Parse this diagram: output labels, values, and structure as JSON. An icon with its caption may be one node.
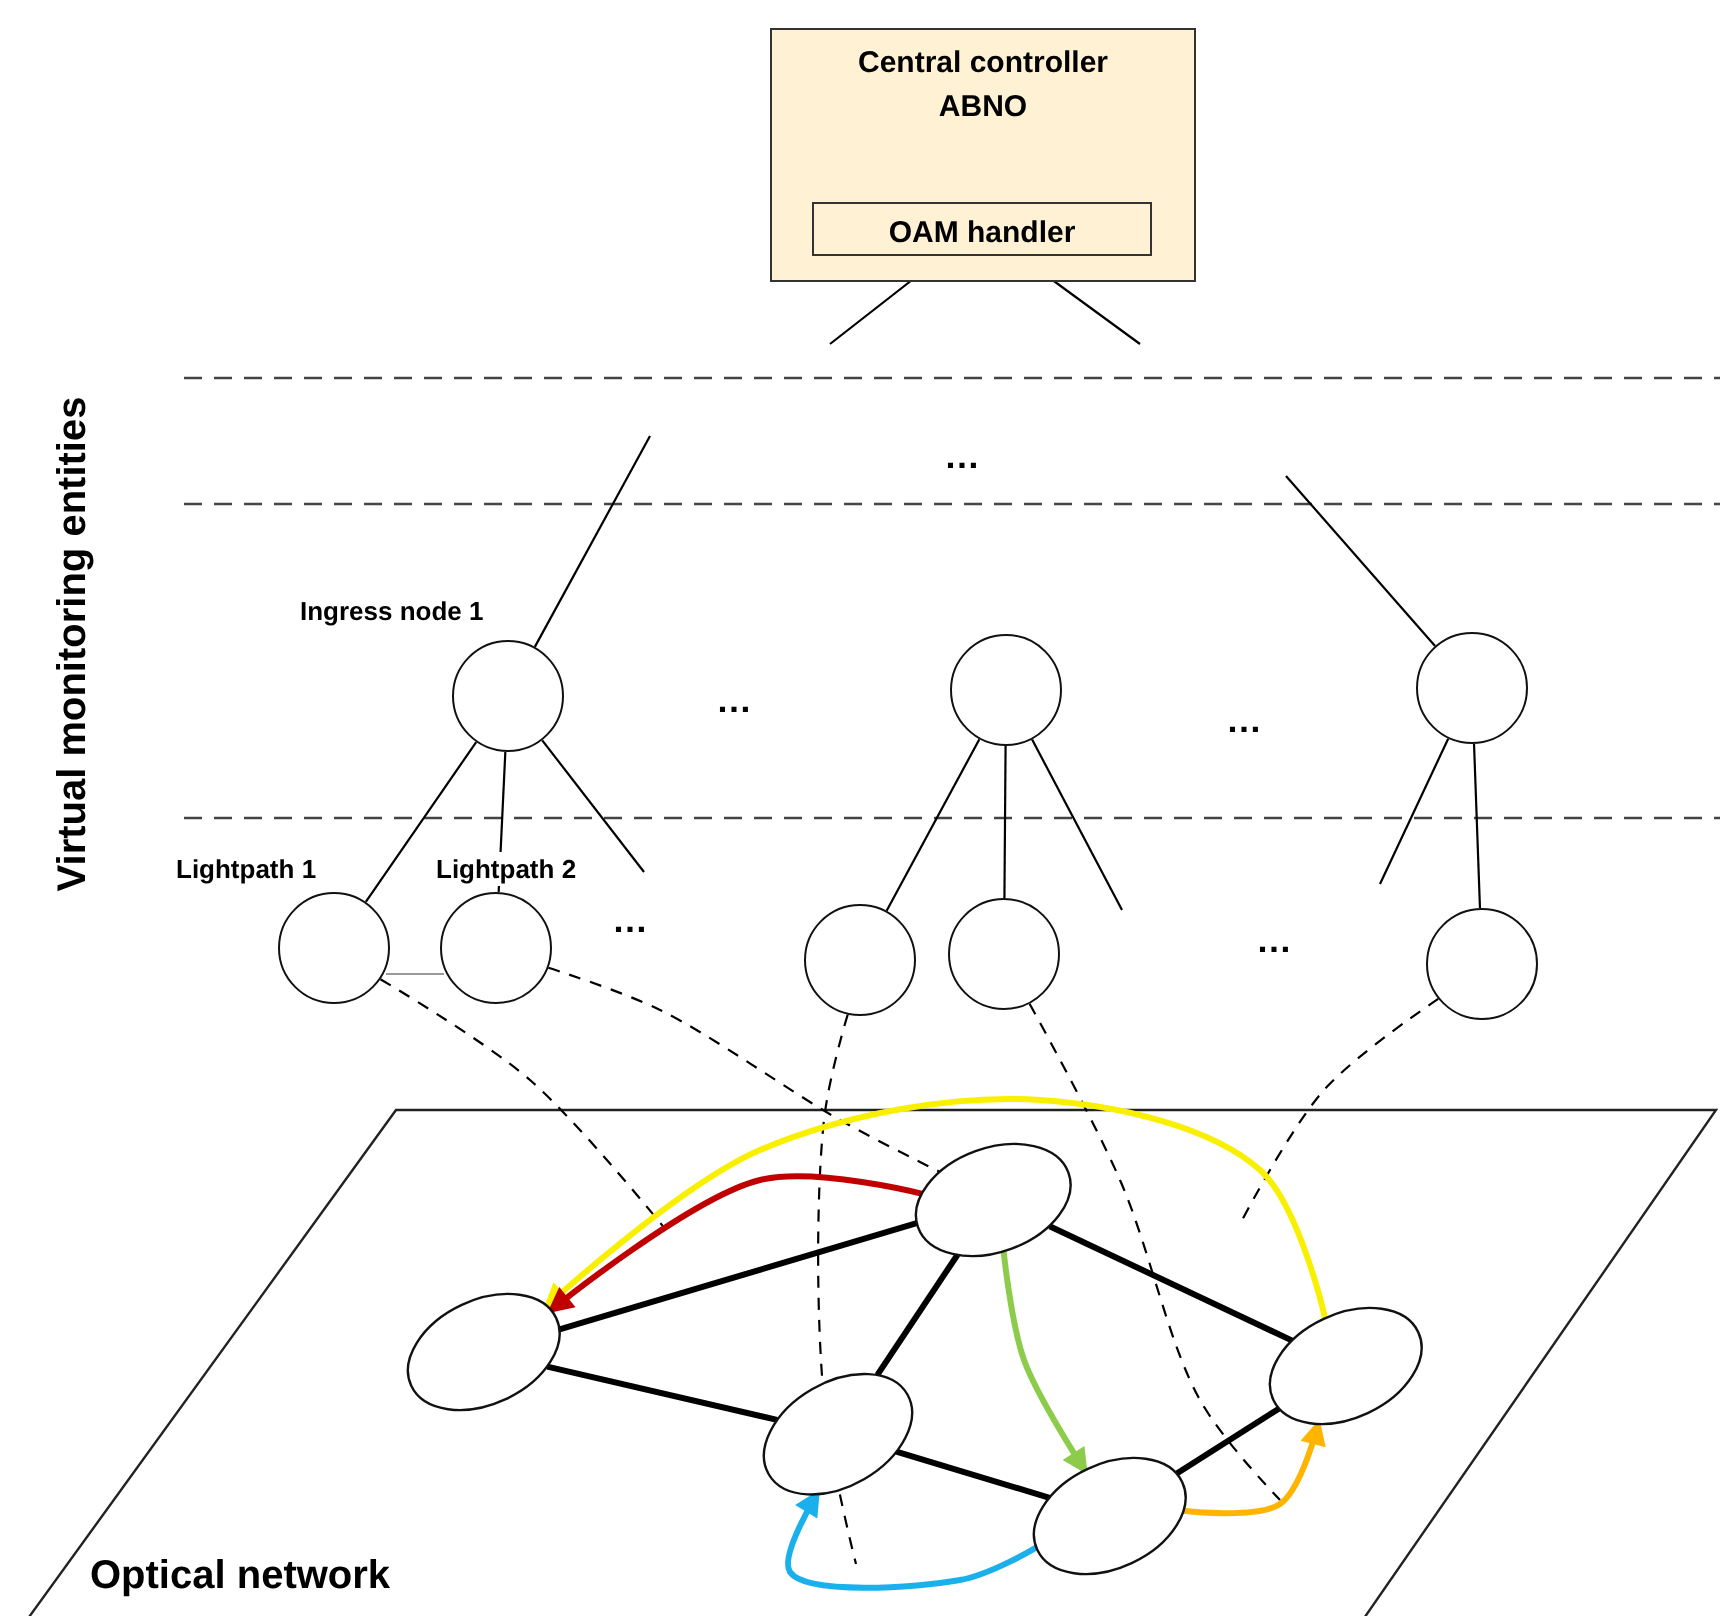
{
  "diagram": {
    "nodes": [
      {
        "text": [
          "Central controller ABNO"
        ]
      },
      {
        "text": [
          "OAM handler"
        ],
        "in": 0
      },
      {
        "text": [
          "Ingress node 1"
        ]
      },
      {
        "text": [],
        "shape": "circle"
      },
      {
        "text": [],
        "shape": "circle"
      },
      {
        "text": [
          "Lightpath 1"
        ]
      },
      {
        "text": [
          "Lightpath 2"
        ]
      },
      {
        "text": [],
        "shape": "circle"
      },
      {
        "text": [],
        "shape": "circle"
      },
      {
        "text": [],
        "shape": "circle"
      },
      {
        "text": [],
        "shape": "ellipse"
      },
      {
        "text": [],
        "shape": "ellipse"
      },
      {
        "text": [],
        "shape": "ellipse"
      },
      {
        "text": [],
        "shape": "ellipse"
      },
      {
        "text": [],
        "shape": "ellipse"
      }
    ],
    "edges": [
      {
        "from": 1,
        "to": null,
        "arrow": "none"
      },
      {
        "from": 1,
        "to": null,
        "arrow": "none"
      },
      {
        "from": null,
        "to": 2,
        "arrow": "none"
      },
      {
        "from": null,
        "to": 4,
        "arrow": "none"
      },
      {
        "from": 2,
        "to": 5,
        "arrow": "none"
      },
      {
        "from": 2,
        "to": 6,
        "arrow": "none"
      },
      {
        "from": 2,
        "to": null,
        "arrow": "none"
      },
      {
        "from": 3,
        "to": 7,
        "arrow": "none"
      },
      {
        "from": 3,
        "to": 8,
        "arrow": "none"
      },
      {
        "from": 3,
        "to": null,
        "arrow": "none"
      },
      {
        "from": 4,
        "to": null,
        "arrow": "none"
      },
      {
        "from": 4,
        "to": 9,
        "arrow": "none"
      },
      {
        "from": 5,
        "to": 6,
        "arrow": "none",
        "color": "#999999"
      },
      {
        "from": 5,
        "to": null,
        "arrow": "none",
        "style": "dashed"
      },
      {
        "from": 6,
        "to": 10,
        "arrow": "none",
        "style": "dashed"
      },
      {
        "from": 7,
        "to": null,
        "arrow": "none",
        "style": "dashed"
      },
      {
        "from": 8,
        "to": null,
        "arrow": "none",
        "style": "dashed"
      },
      {
        "from": 9,
        "to": null,
        "arrow": "none",
        "style": "dashed"
      },
      {
        "from": 10,
        "to": 11,
        "arrow": "none",
        "style": "thick"
      },
      {
        "from": 10,
        "to": 12,
        "arrow": "none",
        "style": "thick"
      },
      {
        "from": 10,
        "to": 14,
        "arrow": "none",
        "style": "thick"
      },
      {
        "from": 11,
        "to": 12,
        "arrow": "none",
        "style": "thick"
      },
      {
        "from": 12,
        "to": 13,
        "arrow": "none",
        "style": "thick"
      },
      {
        "from": 13,
        "to": 14,
        "arrow": "none",
        "style": "thick"
      },
      {
        "from": 14,
        "to": 11,
        "arrow": "to",
        "style": "thick",
        "color": "#f8f000"
      },
      {
        "from": 10,
        "to": 11,
        "arrow": "to",
        "style": "thick",
        "color": "#c00000"
      },
      {
        "from": 10,
        "to": 13,
        "arrow": "to",
        "style": "thick",
        "color": "#8ccc4a"
      },
      {
        "from": 13,
        "to": 12,
        "arrow": "to",
        "style": "thick",
        "color": "#1ab0ec"
      },
      {
        "from": 13,
        "to": 14,
        "arrow": "to",
        "style": "thick",
        "color": "#ffb400"
      }
    ],
    "labels": [
      "…",
      "…",
      "…",
      "…",
      "…",
      "Virtual monitoring entities",
      "Optical network"
    ]
  }
}
